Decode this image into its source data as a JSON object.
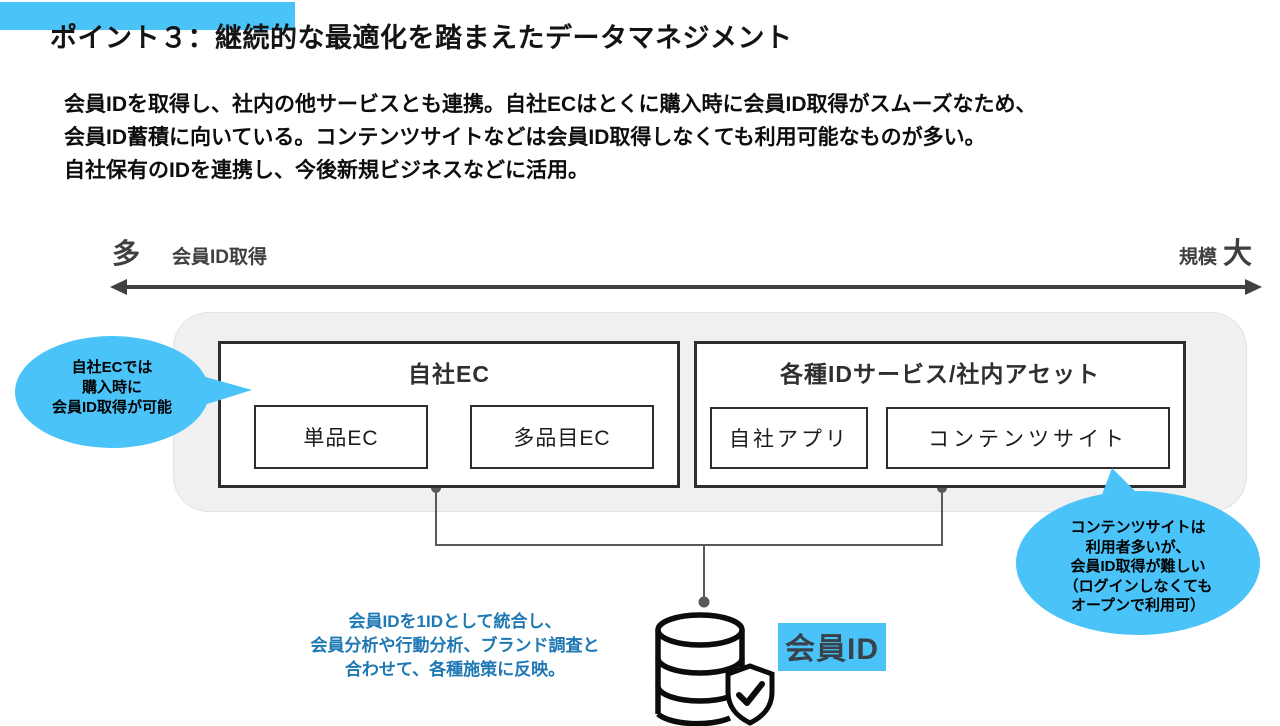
{
  "colors": {
    "accent_cyan": "#49c3f8",
    "tray_gray": "#f0f0f1",
    "note_blue": "#1e78b4",
    "line_gray": "#58595b"
  },
  "header": {
    "title": "ポイント３：継続的な最適化を踏まえたデータマネジメント"
  },
  "intro": {
    "lines": [
      "会員IDを取得し、社内の他サービスとも連携。自社ECはとくに購入時に会員ID取得がスムーズなため、",
      "会員ID蓄積に向いている。コンテンツサイトなどは会員ID取得しなくても利用可能なものが多い。",
      "自社保有のIDを連携し、今後新規ビジネスなどに活用。"
    ]
  },
  "axis": {
    "left_big": "多",
    "left_label": "会員ID取得",
    "right_label": "規模",
    "right_big": "大"
  },
  "diagram": {
    "left_box": {
      "title": "自社EC",
      "items": [
        "単品EC",
        "多品目EC"
      ]
    },
    "right_box": {
      "title": "各種IDサービス/社内アセット",
      "items": [
        "自社アプリ",
        "コンテンツサイト"
      ]
    },
    "left_bubble": {
      "lines": [
        "自社ECでは",
        "購入時に",
        "会員ID取得が可能"
      ]
    },
    "right_bubble": {
      "lines": [
        "コンテンツサイトは",
        "利用者多いが、",
        "会員ID取得が難しい",
        "（ログインしなくても",
        "オープンで利用可）"
      ]
    },
    "note": {
      "lines": [
        "会員IDを1IDとして統合し、",
        "会員分析や行動分析、ブランド調査と",
        "合わせて、各種施策に反映。"
      ]
    },
    "db_label": "会員ID"
  }
}
